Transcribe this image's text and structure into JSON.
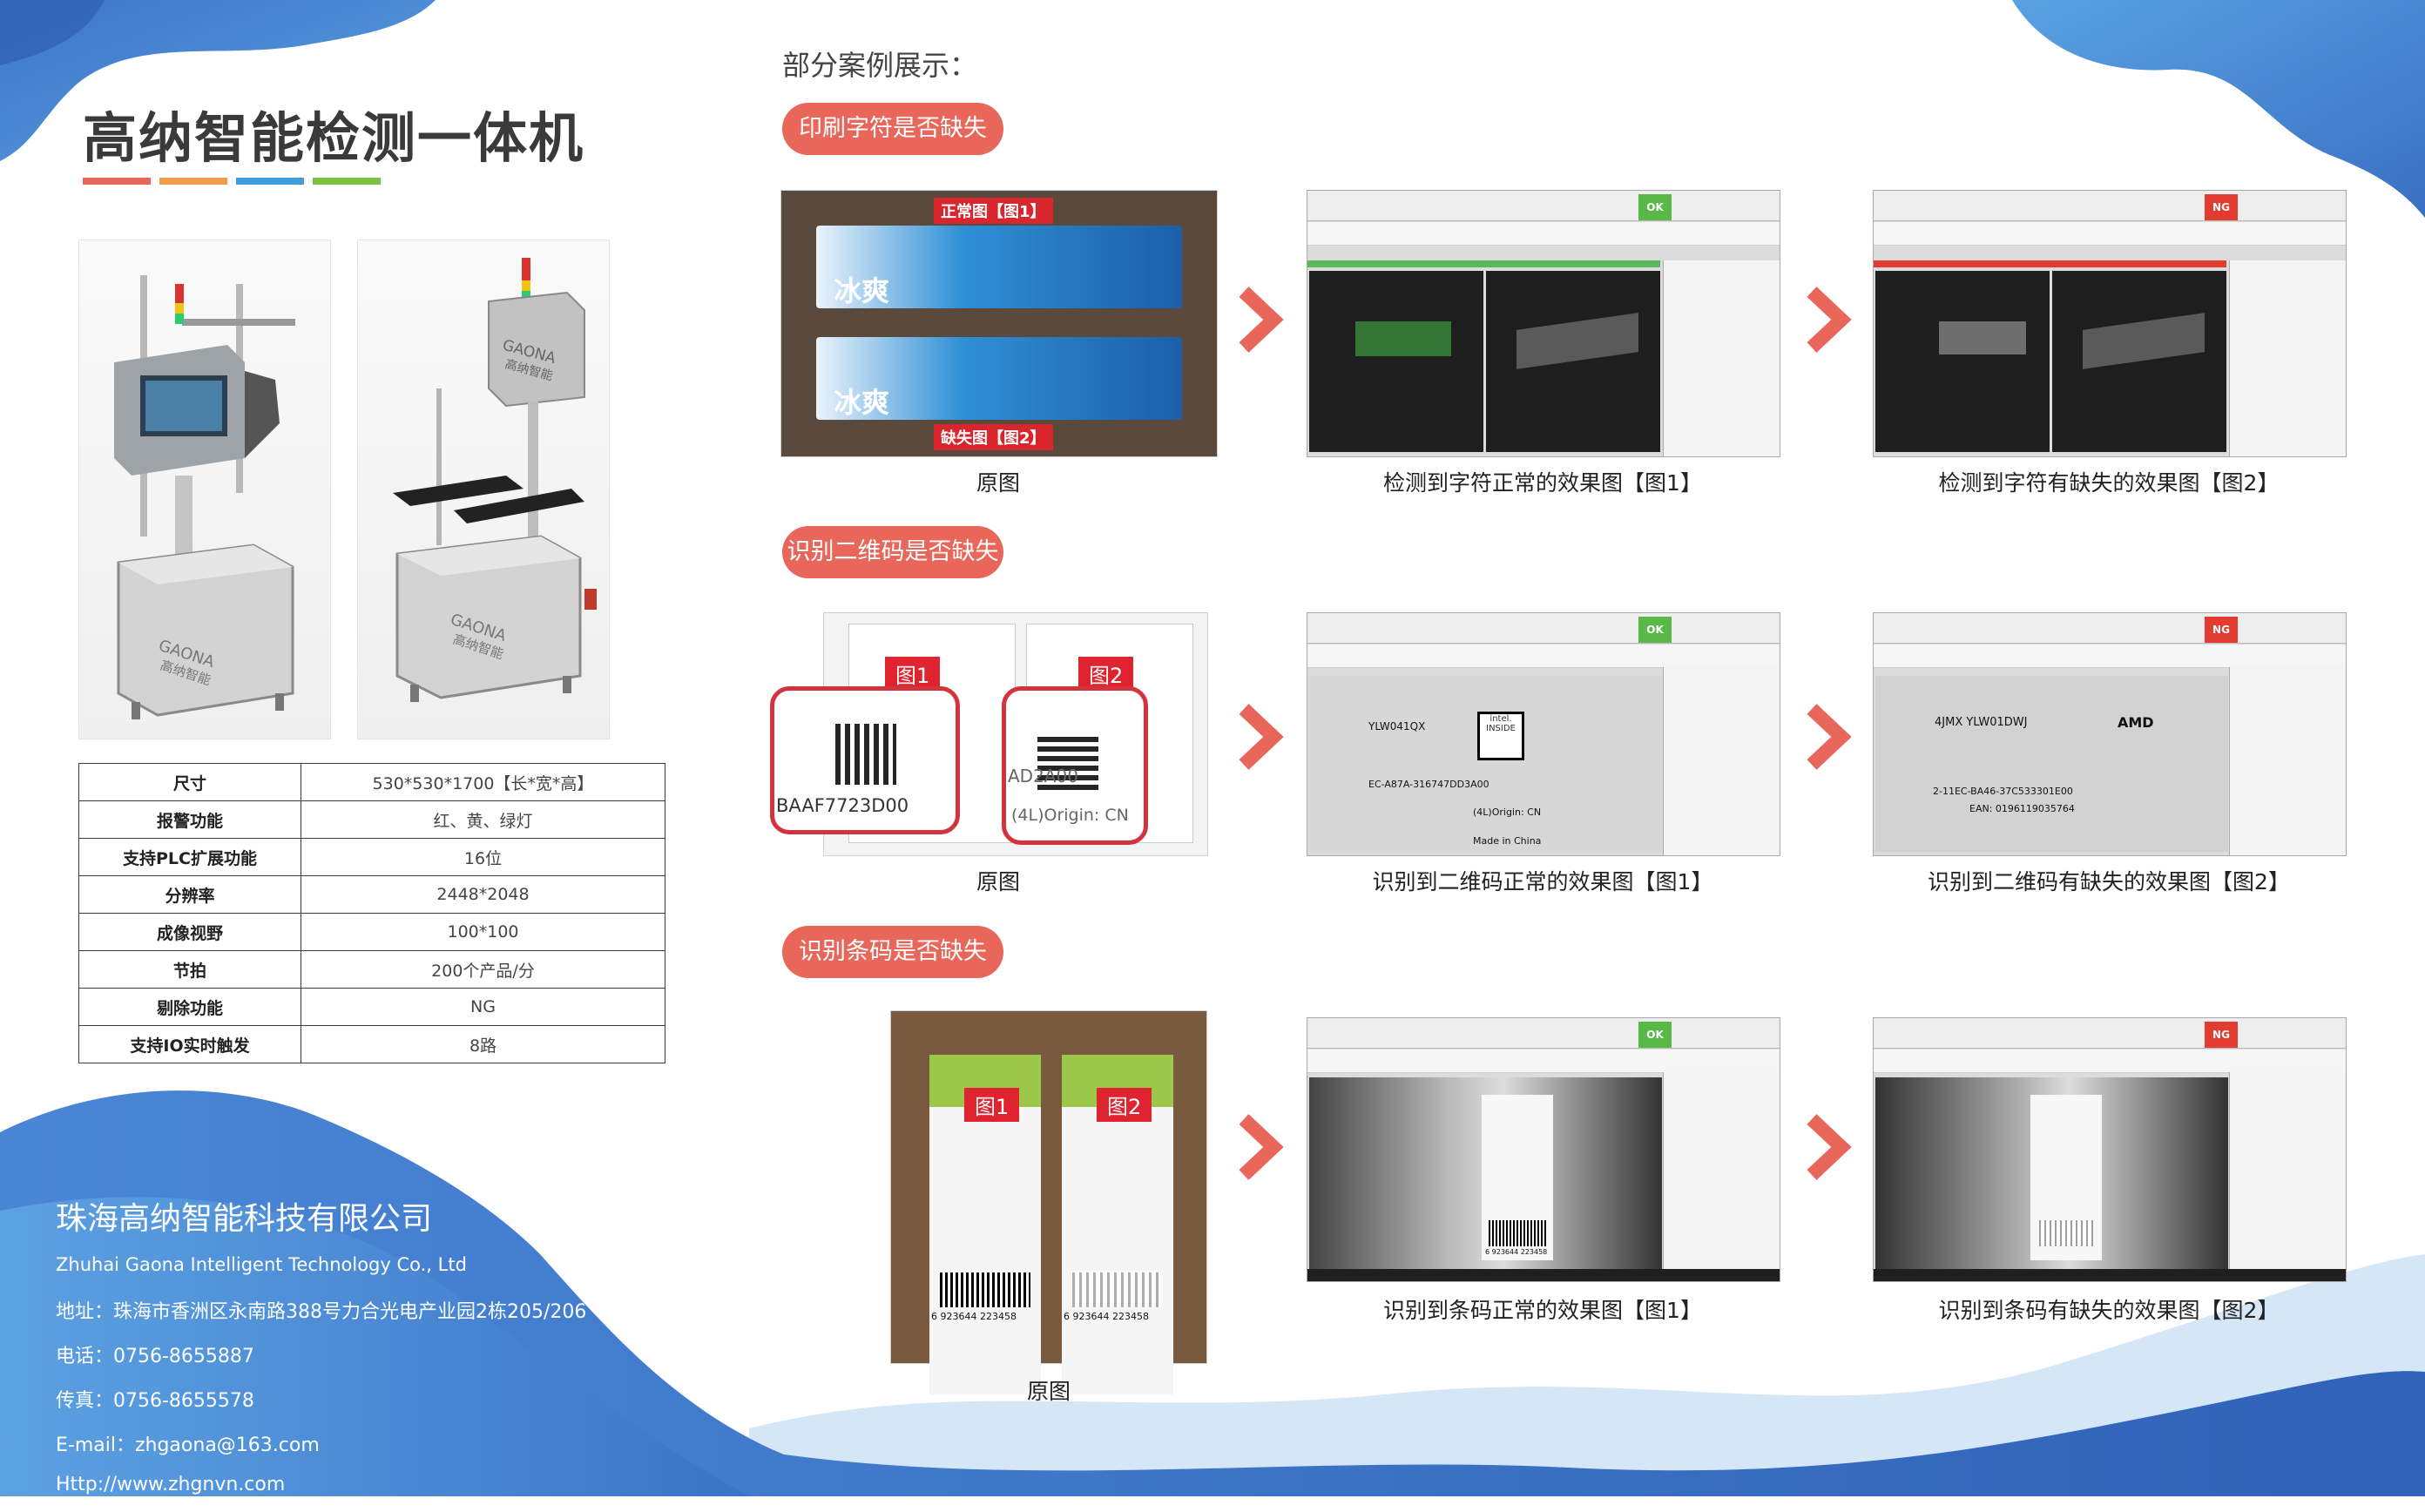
{
  "title": "高纳智能检测一体机",
  "title_bar_colors": [
    "#e8665a",
    "#f19c4a",
    "#3f9bd9",
    "#7bc142"
  ],
  "specs": [
    {
      "key": "尺寸",
      "value": "530*530*1700【长*宽*高】"
    },
    {
      "key": "报警功能",
      "value": "红、黄、绿灯"
    },
    {
      "key": "支持PLC扩展功能",
      "value": "16位"
    },
    {
      "key": "分辨率",
      "value": "2448*2048"
    },
    {
      "key": "成像视野",
      "value": "100*100"
    },
    {
      "key": "节拍",
      "value": "200个产品/分"
    },
    {
      "key": "剔除功能",
      "value": "NG"
    },
    {
      "key": "支持IO实时触发",
      "value": "8路"
    }
  ],
  "machine_logo": {
    "brand_en": "GAONA",
    "brand_cn": "高纳智能"
  },
  "company": {
    "name_cn": "珠海高纳智能科技有限公司",
    "name_en": "Zhuhai Gaona Intelligent Technology Co., Ltd",
    "address": "地址：珠海市香洲区永南路388号力合光电产业园2栋205/206",
    "phone": "电话：0756-8655887",
    "fax": "传真：0756-8655578",
    "email": "E-mail：zhgaona@163.com",
    "website": "Http://www.zhgnvn.com"
  },
  "cases_heading": "部分案例展示：",
  "cases": [
    {
      "label": "印刷字符是否缺失",
      "original_caption": "原图",
      "normal_caption": "检测到字符正常的效果图【图1】",
      "defect_caption": "检测到字符有缺失的效果图【图2】",
      "photo_tags": [
        "正常图【图1】",
        "缺失图【图2】"
      ],
      "product_text": "冰爽"
    },
    {
      "label": "识别二维码是否缺失",
      "original_caption": "原图",
      "normal_caption": "识别到二维码正常的效果图【图1】",
      "defect_caption": "识别到二维码有缺失的效果图【图2】",
      "photo_tags": [
        "图1",
        "图2"
      ],
      "zoom_texts": [
        "BAAF7723D00",
        "AD2A00",
        "(4L)Origin: CN"
      ],
      "screen_texts": {
        "normal": [
          "YLW041QX",
          "intel. INSIDE",
          "EC-A87A-316747DD3A00",
          "(4L)Origin: CN",
          "Made in China"
        ],
        "defect": [
          "4JMX YLW01DWJ",
          "AMD",
          "2-11EC-BA46-37C533301E00",
          "EAN: 0196119035764"
        ]
      }
    },
    {
      "label": "识别条码是否缺失",
      "original_caption": "原图",
      "normal_caption": "识别到条码正常的效果图【图1】",
      "defect_caption": "识别到条码有缺失的效果图【图2】",
      "photo_tags": [
        "图1",
        "图2"
      ],
      "barcode_number": "6 923644 223458"
    }
  ],
  "status_labels": {
    "ok": "OK",
    "ng": "NG"
  },
  "status_colors": {
    "ok": "#58b947",
    "ng": "#e23b2f"
  },
  "accent_color": "#e8665a",
  "arrow_color": "#e8665a",
  "wave_colors": [
    "#3a6fc4",
    "#5b9ee0",
    "#cfe2f6"
  ]
}
